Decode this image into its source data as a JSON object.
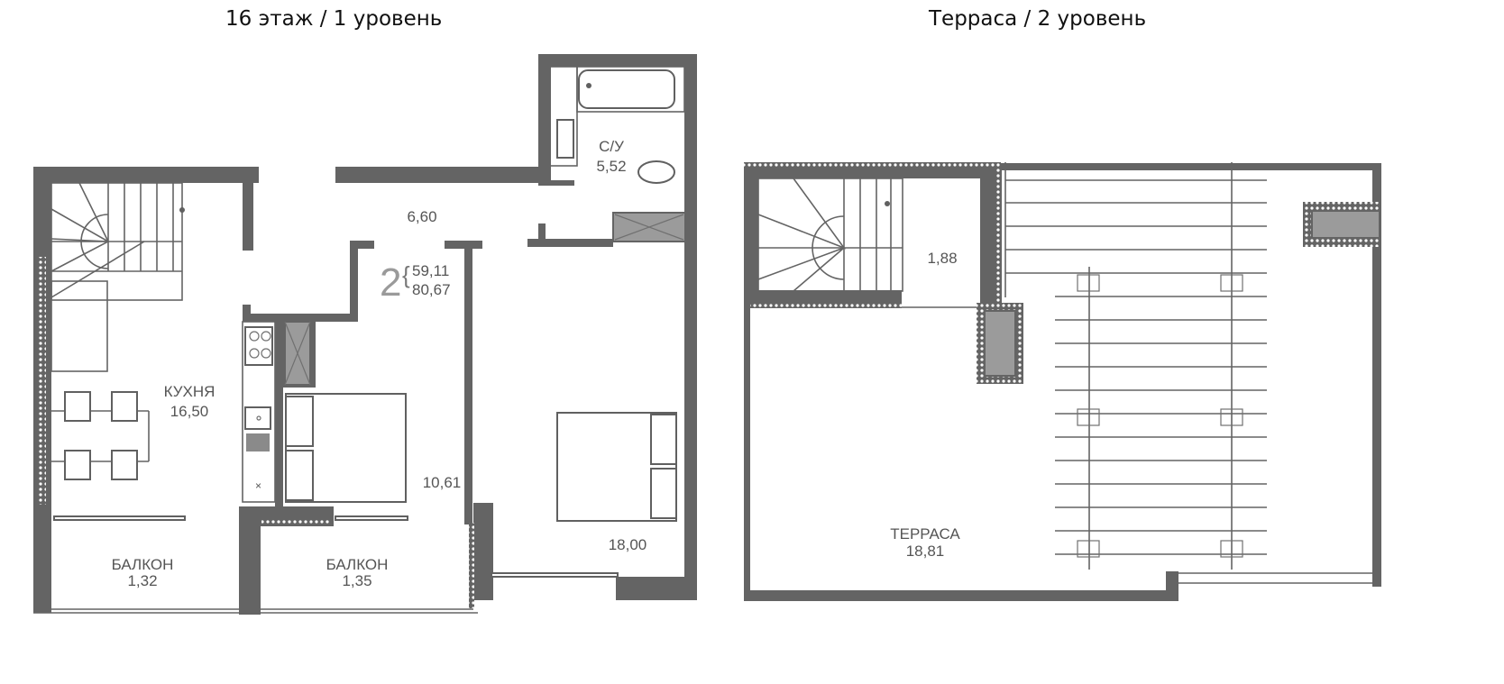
{
  "plans": [
    {
      "title": "16 этаж / 1 уровень",
      "apartment": {
        "rooms_count": "2",
        "living_area": "59,11",
        "total_area": "80,67"
      },
      "rooms": [
        {
          "name": "С/У",
          "area": "5,52"
        },
        {
          "name": "",
          "area": "6,60"
        },
        {
          "name": "КУХНЯ",
          "area": "16,50"
        },
        {
          "name": "",
          "area": "10,61"
        },
        {
          "name": "",
          "area": "18,00"
        },
        {
          "name": "БАЛКОН",
          "area": "1,32"
        },
        {
          "name": "БАЛКОН",
          "area": "1,35"
        }
      ]
    },
    {
      "title": "Терраса / 2 уровень",
      "rooms": [
        {
          "name": "",
          "area": "1,88"
        },
        {
          "name": "ТЕРРАСА",
          "area": "18,81"
        }
      ]
    }
  ],
  "colors": {
    "wall": "#646464",
    "shaft": "#9b9b9b",
    "label": "#555555",
    "apartment_number": "#9a9a9a"
  }
}
